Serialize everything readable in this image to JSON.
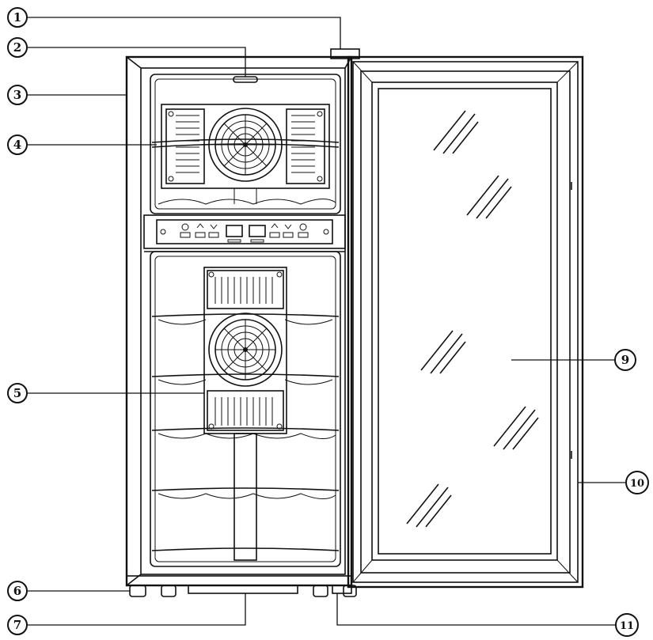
{
  "callouts": [
    {
      "id": "1",
      "label": "1"
    },
    {
      "id": "2",
      "label": "2"
    },
    {
      "id": "3",
      "label": "3"
    },
    {
      "id": "4",
      "label": "4"
    },
    {
      "id": "5",
      "label": "5"
    },
    {
      "id": "6",
      "label": "6"
    },
    {
      "id": "7",
      "label": "7"
    },
    {
      "id": "9",
      "label": "9"
    },
    {
      "id": "10",
      "label": "10"
    },
    {
      "id": "11",
      "label": "11"
    }
  ]
}
